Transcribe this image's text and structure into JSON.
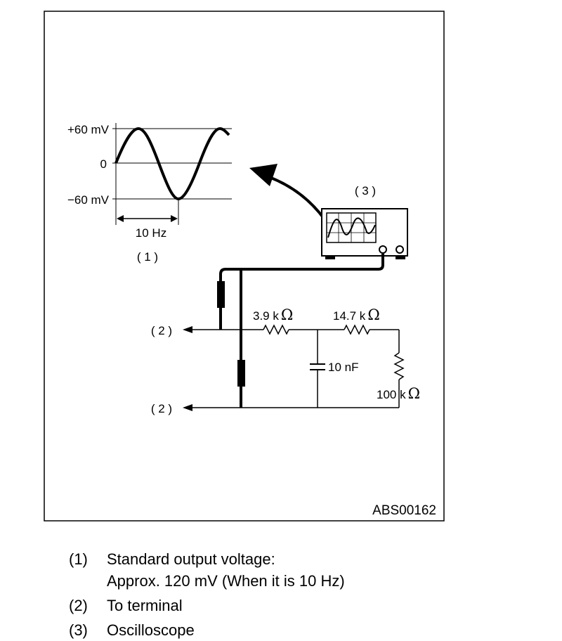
{
  "figure": {
    "code": "ABS00162",
    "waveform": {
      "top_label": "+60 mV",
      "zero_label": "0",
      "bottom_label": "−60 mV",
      "period_label": "10 Hz",
      "ref": "( 1 )"
    },
    "scope_ref": "( 3 )",
    "terminal_ref": "( 2 )",
    "components": {
      "r1": {
        "value": "3.9 k",
        "unit": "Ω"
      },
      "r2": {
        "value": "14.7 k",
        "unit": "Ω"
      },
      "r3": {
        "value": "100 k",
        "unit": "Ω"
      },
      "c1": "10 nF"
    }
  },
  "legend": [
    {
      "num": "(1)",
      "lines": [
        "Standard output voltage:",
        "Approx. 120 mV (When it is 10 Hz)"
      ]
    },
    {
      "num": "(2)",
      "lines": [
        "To terminal"
      ]
    },
    {
      "num": "(3)",
      "lines": [
        "Oscilloscope"
      ]
    }
  ]
}
